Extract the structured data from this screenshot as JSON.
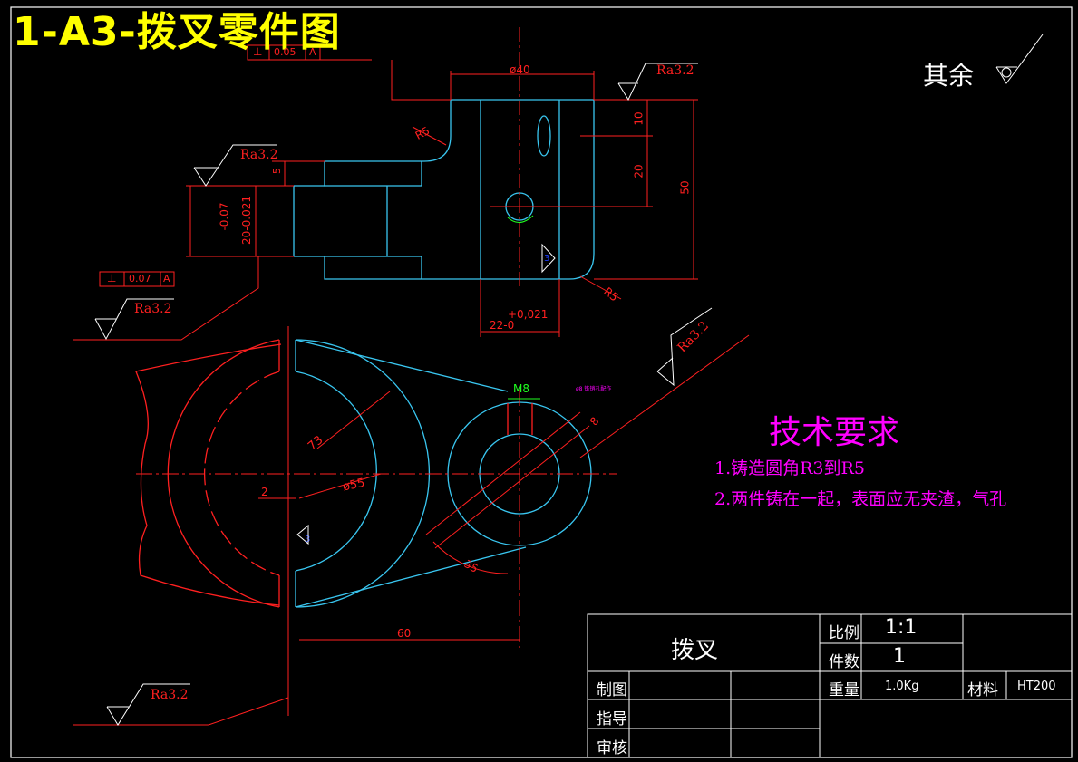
{
  "drawing": {
    "title": "1-A3-拨叉零件图",
    "surface_note": "其余",
    "colors": {
      "outline": "#39c6f0",
      "dimension": "#ff2020",
      "title": "#ffff00",
      "note": "#ff00ff",
      "frame": "#ffffff",
      "green": "#20ff20",
      "blue": "#2040ff"
    }
  },
  "dimensions": {
    "d40": "ø40",
    "d55": "ø55",
    "r5_top": "R5",
    "r5_bottom": "R5",
    "v10": "10",
    "v20": "20",
    "v50": "50",
    "v5": "5",
    "tol_top": "-0.07",
    "tol_bottom": "20-0.021",
    "w22": "22-0",
    "w22_tol": "+0,021",
    "r73": "73",
    "v2": "2",
    "h60": "60",
    "a35": "35",
    "m8": "M8",
    "v8": "8",
    "m8_note": "ø8 锥销孔配作"
  },
  "roughness": {
    "ra1": "Ra3.2",
    "ra2": "Ra3.2",
    "ra3": "Ra3.2",
    "ra4": "Ra3.2",
    "ra5": "Ra3.2"
  },
  "tolerance_frames": {
    "top": {
      "symbol": "⊥",
      "value": "0.05",
      "datum": "A"
    },
    "left": {
      "symbol": "⊥",
      "value": "0.07",
      "datum": "A"
    }
  },
  "technical_requirements": {
    "heading": "技术要求",
    "item1": "1.铸造圆角R3到R5",
    "item2": "2.两件铸在一起，表面应无夹渣，气孔"
  },
  "title_block": {
    "part_name": "拨叉",
    "scale_label": "比例",
    "scale_value": "1:1",
    "count_label": "件数",
    "count_value": "1",
    "drawn_label": "制图",
    "guide_label": "指导",
    "review_label": "审核",
    "weight_label": "重量",
    "weight_value": "1.0Kg",
    "material_label": "材料",
    "material_value": "HT200"
  }
}
